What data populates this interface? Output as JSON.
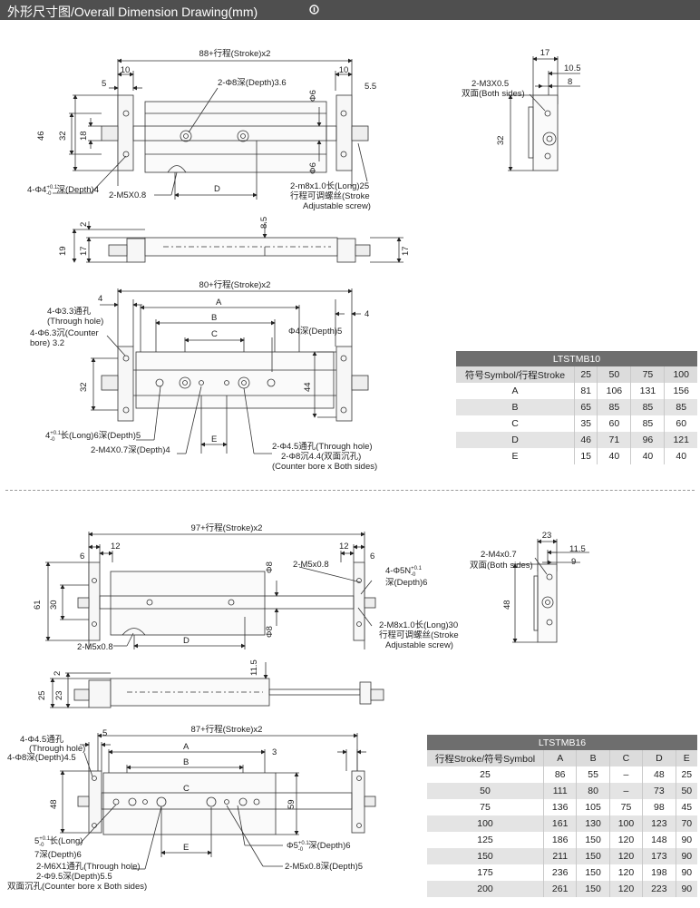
{
  "header": {
    "title": "外形尺寸图/Overall Dimension Drawing(mm)",
    "icon": "info-circle-icon",
    "background": "#4f4f4f"
  },
  "ltstmb10": {
    "front": {
      "overall": "88+行程(Stroke)x2",
      "d10a": "10",
      "d10b": "10",
      "d5": "5",
      "d55": "5.5",
      "d46": "46",
      "d32": "32",
      "d18": "18",
      "phi6a": "Φ6",
      "phi6b": "Φ6",
      "tap_top": "2-Φ8深(Depth)3.6",
      "hole4": "4-Φ4",
      "hole4_tol": "+0.1",
      "hole4_tol2": "-0",
      "hole4_depth": "深(Depth)4",
      "m5": "2-M5X0.8",
      "D": "D",
      "screw1": "2-m8x1.0长(Long)25",
      "screw2": "行程可调螺丝(Stroke",
      "screw3": "Adjustable screw)"
    },
    "side_view": {
      "d2": "2",
      "d85": "8.5",
      "d19": "19",
      "d17a": "17",
      "d17b": "17"
    },
    "top_view": {
      "overall": "80+行程(Stroke)x2",
      "A": "A",
      "B": "B",
      "C": "C",
      "E": "E",
      "d4a": "4",
      "d4b": "4",
      "d32": "32",
      "d44": "44",
      "through1": "4-Φ3.3通孔",
      "through2": "(Through hole)",
      "cb1": "4-Φ6.3沉(Counter",
      "cb2": "bore) 3.2",
      "phi4": "Φ4深(Depth)5",
      "slot_pre": "4",
      "slot_tol": "+0.1",
      "slot_tol2": "-0",
      "slot_post": "长(Long)6深(Depth)5",
      "m4": "2-M4X0.7深(Depth)4",
      "th45": "2-Φ4.5通孔(Through hole)",
      "cb8": "2-Φ8沉4.4(双面沉孔)",
      "cb8en": "(Counter bore x Both sides)"
    },
    "end_view": {
      "d17": "17",
      "d105": "10.5",
      "d8": "8",
      "d32": "32",
      "m3": "2-M3X0.5",
      "both": "双面(Both sides)"
    },
    "table": {
      "caption": "LTSTMB10",
      "header": [
        "符号Symbol/行程Stroke",
        "25",
        "50",
        "75",
        "100"
      ],
      "rows": [
        [
          "A",
          "81",
          "106",
          "131",
          "156"
        ],
        [
          "B",
          "65",
          "85",
          "85",
          "85"
        ],
        [
          "C",
          "35",
          "60",
          "85",
          "60"
        ],
        [
          "D",
          "46",
          "71",
          "96",
          "121"
        ],
        [
          "E",
          "15",
          "40",
          "40",
          "40"
        ]
      ]
    }
  },
  "ltstmb16": {
    "front": {
      "overall": "97+行程(Stroke)x2",
      "d12a": "12",
      "d12b": "12",
      "d6a": "6",
      "d6b": "6",
      "d61": "61",
      "d30": "30",
      "phi8a": "Φ8",
      "phi8b": "Φ8",
      "m5top": "2-M5x0.8",
      "phi5n": "4-Φ5N",
      "phi5n_tol": "+0.1",
      "phi5n_tol2": "-0",
      "depth6": "深(Depth)6",
      "m5bot": "2-M5x0.8",
      "D": "D",
      "screw1": "2-M8x1.0长(Long)30",
      "screw2": "行程可调螺丝(Stroke",
      "screw3": "Adjustable screw)"
    },
    "side_view": {
      "d2": "2",
      "d115": "11.5",
      "d25": "25",
      "d23": "23"
    },
    "top_view": {
      "overall": "87+行程(Stroke)x2",
      "A": "A",
      "B": "B",
      "C": "C",
      "E": "E",
      "d5": "5",
      "d3": "3",
      "d48": "48",
      "d59": "59",
      "th45a": "4-Φ4.5通孔",
      "th45b": "(Through hole)",
      "cb8": "4-Φ8深(Depth)4.5",
      "slot_pre": "5",
      "slot_tol": "+0.1",
      "slot_tol2": "-0",
      "slot_post": "长(Long)",
      "slot_depth": "7深(Depth)6",
      "phi5": "Φ5",
      "phi5_tol": "+0.1",
      "phi5_tol2": "-0",
      "phi5_post": "深(Depth)6",
      "m6": "2-M6X1通孔(Through hole)",
      "cb95": "2-Φ9.5深(Depth)5.5",
      "cb95en": "双面沉孔(Counter bore x Both sides)",
      "m5d5": "2-M5x0.8深(Depth)5"
    },
    "end_view": {
      "d23": "23",
      "d115": "11.5",
      "d9": "9",
      "d48": "48",
      "m4": "2-M4x0.7",
      "both": "双面(Both sides)"
    },
    "table": {
      "caption": "LTSTMB16",
      "header": [
        "行程Stroke/符号Symbol",
        "A",
        "B",
        "C",
        "D",
        "E"
      ],
      "rows": [
        [
          "25",
          "86",
          "55",
          "–",
          "48",
          "25"
        ],
        [
          "50",
          "111",
          "80",
          "–",
          "73",
          "50"
        ],
        [
          "75",
          "136",
          "105",
          "75",
          "98",
          "45"
        ],
        [
          "100",
          "161",
          "130",
          "100",
          "123",
          "70"
        ],
        [
          "125",
          "186",
          "150",
          "120",
          "148",
          "90"
        ],
        [
          "150",
          "211",
          "150",
          "120",
          "173",
          "90"
        ],
        [
          "175",
          "236",
          "150",
          "120",
          "198",
          "90"
        ],
        [
          "200",
          "261",
          "150",
          "120",
          "223",
          "90"
        ]
      ]
    }
  }
}
